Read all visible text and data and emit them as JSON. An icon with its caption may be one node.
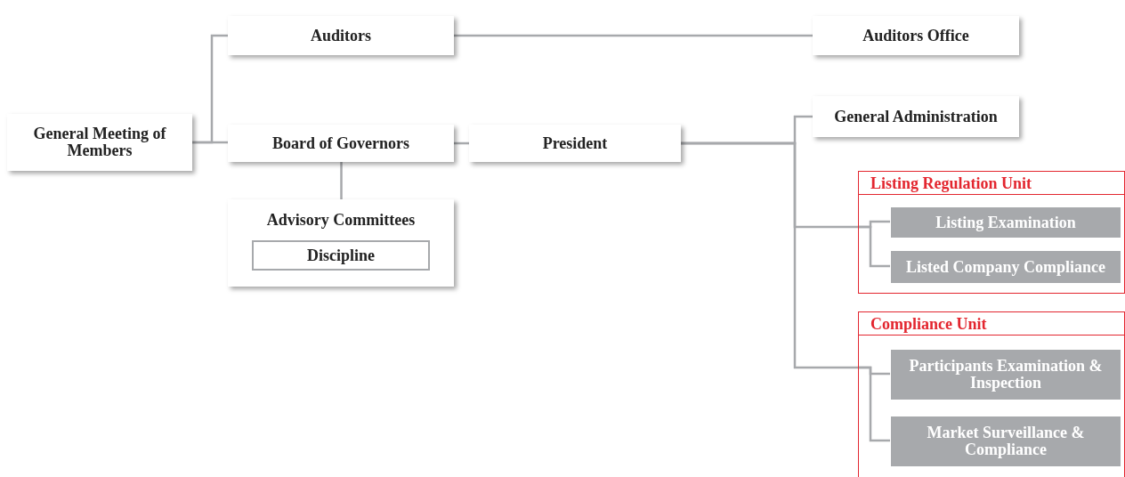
{
  "diagram": {
    "nodes": [
      {
        "text": [
          "General Meeting of Members"
        ]
      },
      {
        "text": [
          "Auditors"
        ]
      },
      {
        "text": [
          "Auditors Office"
        ]
      },
      {
        "text": [
          "Board of Governors"
        ]
      },
      {
        "text": [
          "President"
        ]
      },
      {
        "text": [
          "General Administration"
        ]
      },
      {
        "text": [
          "Advisory Committees"
        ]
      },
      {
        "text": [
          "Discipline"
        ],
        "in": 6
      },
      {
        "text": [
          "Listing Regulation Unit"
        ]
      },
      {
        "text": [
          "Listing Examination"
        ],
        "in": 8
      },
      {
        "text": [
          "Listed Company Compliance"
        ],
        "in": 8
      },
      {
        "text": [
          "Compliance Unit"
        ]
      },
      {
        "text": [
          "Participants Examination & Inspection"
        ],
        "in": 11
      },
      {
        "text": [
          "Market Surveillance & Compliance"
        ],
        "in": 11
      }
    ],
    "edges": [
      {
        "from": 0,
        "to": 1,
        "arrow": "none"
      },
      {
        "from": 0,
        "to": 3,
        "arrow": "none"
      },
      {
        "from": 1,
        "to": 2,
        "arrow": "none"
      },
      {
        "from": 3,
        "to": 4,
        "arrow": "none"
      },
      {
        "from": 3,
        "to": 6,
        "arrow": "none"
      },
      {
        "from": 4,
        "to": 5,
        "arrow": "none"
      },
      {
        "from": 4,
        "to": 8,
        "arrow": "none"
      },
      {
        "from": 4,
        "to": 11,
        "arrow": "none"
      },
      {
        "from": 8,
        "to": 9,
        "arrow": "none"
      },
      {
        "from": 8,
        "to": 10,
        "arrow": "none"
      },
      {
        "from": 11,
        "to": 12,
        "arrow": "none"
      },
      {
        "from": 11,
        "to": 13,
        "arrow": "none"
      }
    ]
  }
}
